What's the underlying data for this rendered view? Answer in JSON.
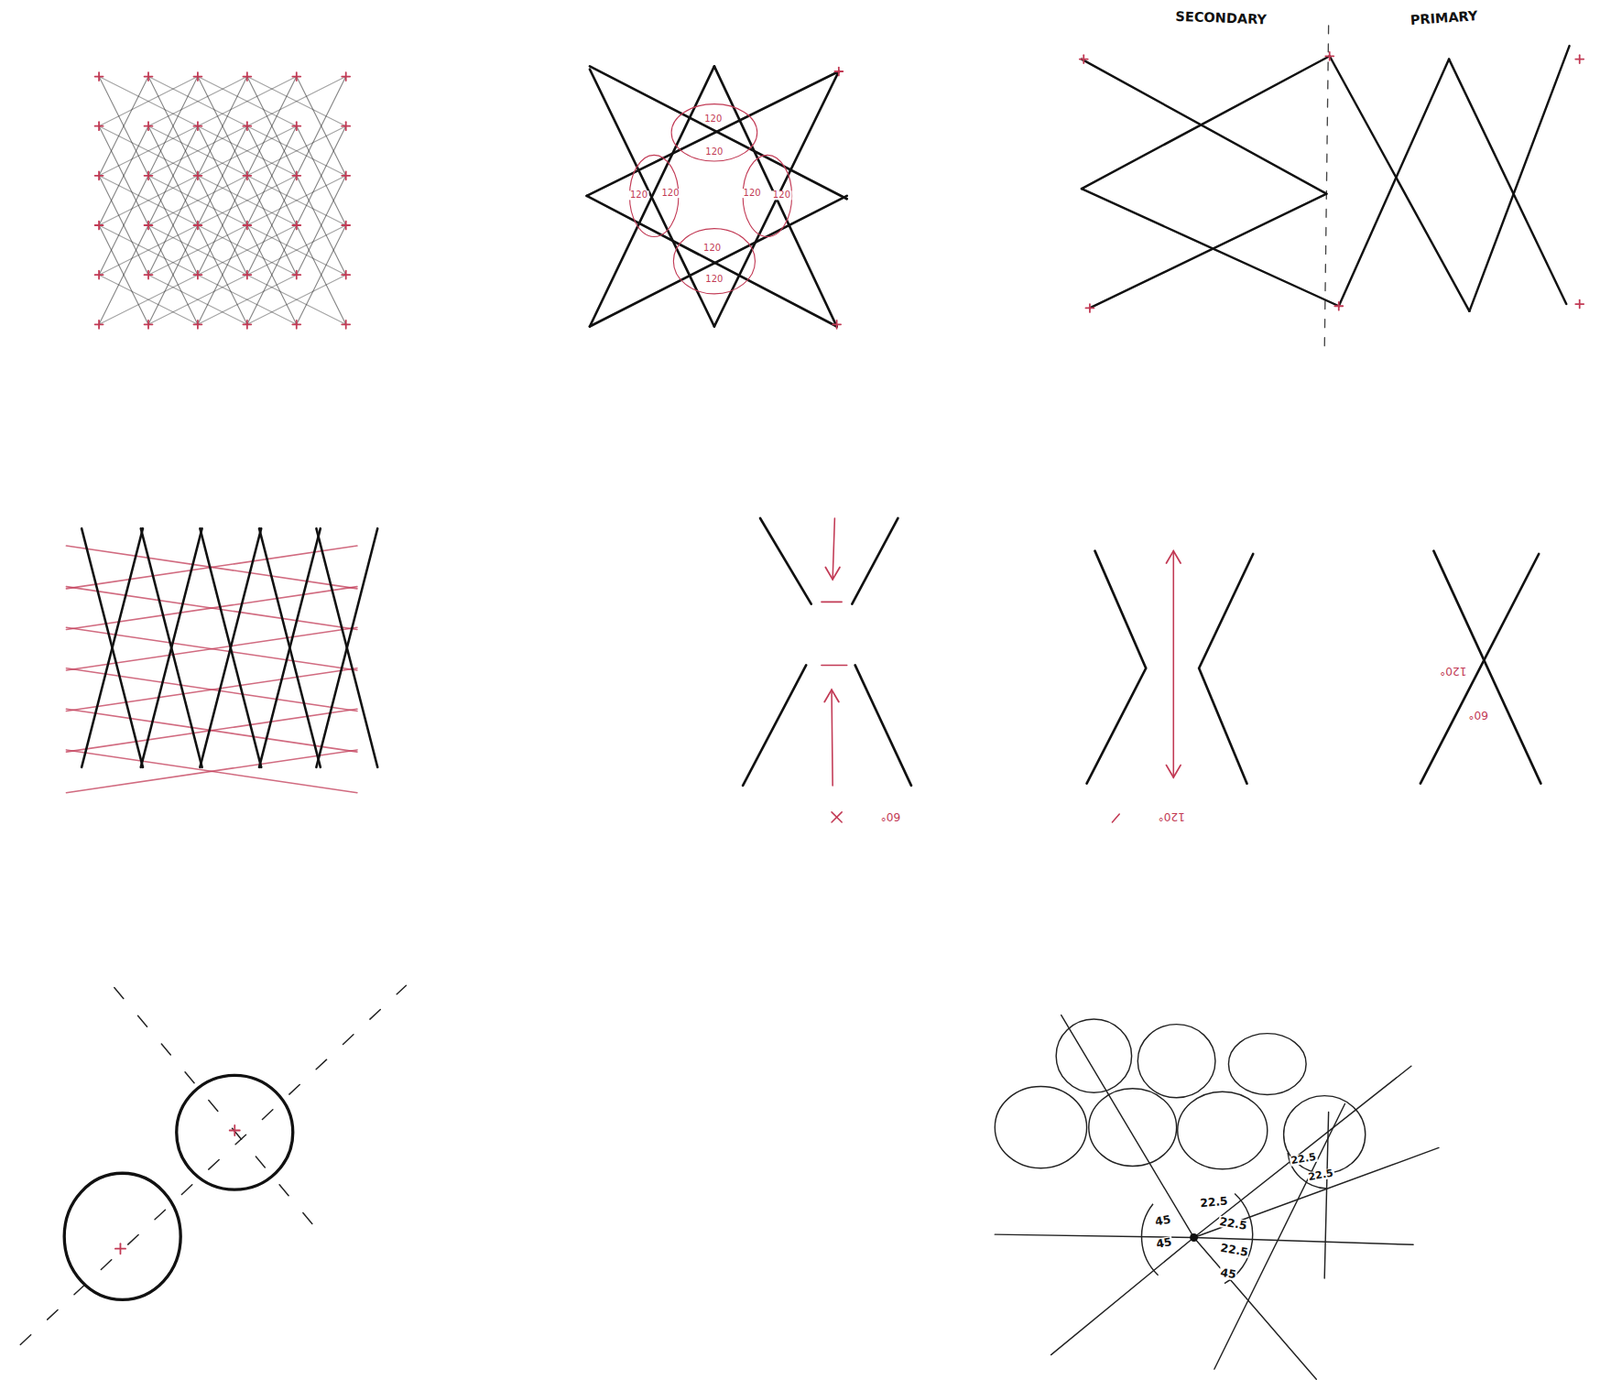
{
  "diagram": {
    "labels": [
      "SECONDARY",
      "PRIMARY",
      "120",
      "120",
      "120",
      "120",
      "120",
      "120",
      "120",
      "120",
      "60°",
      "120°",
      "120°",
      "60°",
      "22.5",
      "45",
      "45",
      "22.5",
      "22.5",
      "45",
      "22.5",
      "22.5"
    ]
  }
}
